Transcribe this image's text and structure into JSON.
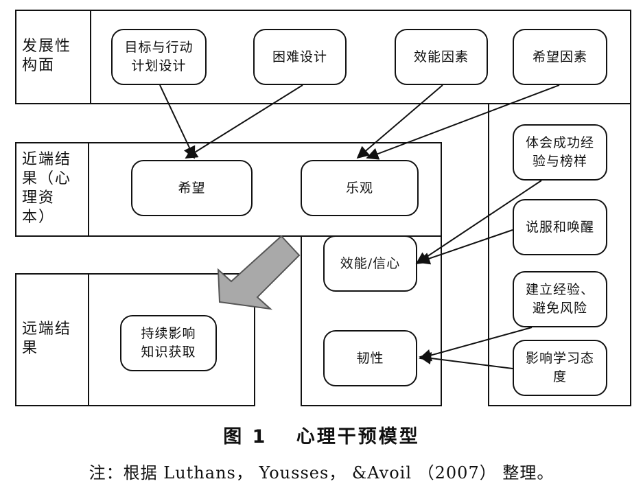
{
  "sections": {
    "developmental": "发展性\n构面",
    "proximal": "近端结\n果（心\n理资\n本）",
    "distal": "远端结\n果"
  },
  "nodes": {
    "goal_plan": "目标与行动\n计划设计",
    "difficulty": "困难设计",
    "efficacy_factor": "效能因素",
    "hope_factor": "希望因素",
    "hope": "希望",
    "optimism": "乐观",
    "efficacy": "效能/信心",
    "resilience": "韧性",
    "success_model": "体会成功经\n验与榜样",
    "persuasion": "说服和唤醒",
    "build_experience": "建立经验、\n避免风险",
    "attitude": "影响学习态\n度",
    "knowledge": "持续影响\n知识获取"
  },
  "caption": "图 1　 心理干预模型",
  "note": "注：根据 Luthans， Yousses， &Avoil （2007） 整理。"
}
